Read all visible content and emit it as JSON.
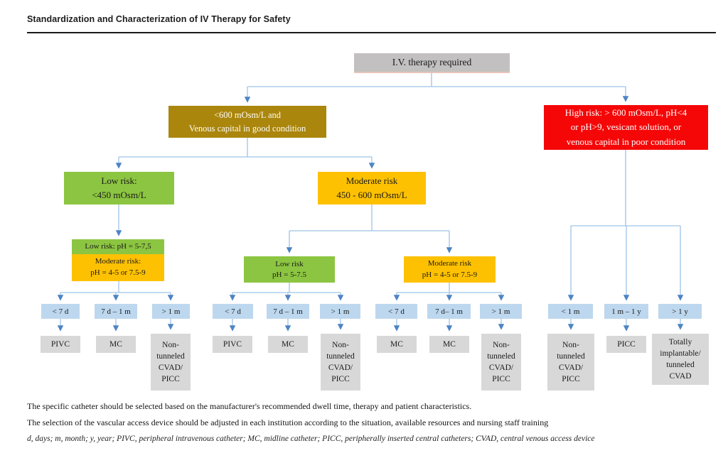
{
  "page": {
    "title": "Standardization and Characterization of IV Therapy for Safety"
  },
  "nodes": {
    "root": "I.V. therapy required",
    "low_osmolarity": "<600 mOsm/L and\nVenous capital in good condition",
    "high_risk": "High risk: > 600 mOsm/L, pH<4\nor pH>9, vesicant solution, or\nvenous capital in poor condition",
    "low_risk": "Low risk:\n<450 mOsm/L",
    "moderate_risk": "Moderate risk\n450 - 600 mOsm/L",
    "ph_low_left": "Low risk: pH = 5-7,5",
    "ph_moderate_left": "Moderate risk:\npH = 4-5 or 7.5-9",
    "ph_low_mid": "Low risk\npH = 5-7.5",
    "ph_moderate_mid": "Moderate risk\npH = 4-5 or 7.5-9"
  },
  "durations": {
    "group_a": [
      "< 7 d",
      "7 d – 1 m",
      "> 1 m"
    ],
    "group_b": [
      "< 7 d",
      "7 d – 1 m",
      "> 1 m"
    ],
    "group_c": [
      "< 7 d",
      "7 d– 1 m",
      "> 1 m"
    ],
    "group_d": [
      "< 1 m",
      "1 m – 1 y",
      "> 1 y"
    ]
  },
  "outcomes": {
    "group_a": [
      "PIVC",
      "MC",
      "Non-\ntunneled\nCVAD/\nPICC"
    ],
    "group_b": [
      "PIVC",
      "MC",
      "Non-\ntunneled\nCVAD/\nPICC"
    ],
    "group_c": [
      "MC",
      "MC",
      "Non-\ntunneled\nCVAD/\nPICC"
    ],
    "group_d": [
      "Non-\ntunneled\nCVAD/\nPICC",
      "PICC",
      "Totally\nimplantable/\ntunneled\nCVAD"
    ]
  },
  "footnotes": {
    "line1": "The specific catheter should be selected based on the manufacturer's recommended dwell time, therapy and patient characteristics.",
    "line2": "The selection of the vascular access device should be adjusted in each institution according to the situation, available resources and nursing staff training",
    "line3": "d, days; m, month; y, year; PIVC, peripheral intravenous catheter; MC, midline catheter; PICC, peripherally inserted central catheters; CVAD, central venous access device"
  },
  "colors": {
    "root_box": "#c2c0c0",
    "olive_box": "#ab860d",
    "high_risk_red": "#f50708",
    "low_risk_green": "#8cc541",
    "moderate_risk_amber": "#fec101",
    "duration_blue": "#bdd7ee",
    "outcome_gray": "#d8d8d8",
    "connector_line": "#9ec4e8",
    "arrowhead": "#4d84c4"
  }
}
